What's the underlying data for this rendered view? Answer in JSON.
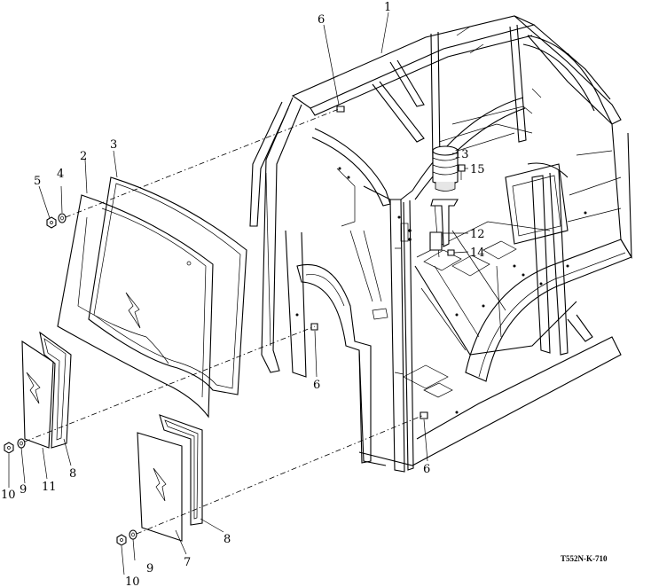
{
  "diagram": {
    "reference": "T552N-K-710",
    "callouts": [
      {
        "id": "c1",
        "text": "1"
      },
      {
        "id": "c2",
        "text": "2"
      },
      {
        "id": "c3",
        "text": "3"
      },
      {
        "id": "c4",
        "text": "4"
      },
      {
        "id": "c5",
        "text": "5"
      },
      {
        "id": "c6a",
        "text": "6"
      },
      {
        "id": "c6b",
        "text": "6"
      },
      {
        "id": "c6c",
        "text": "6"
      },
      {
        "id": "c7",
        "text": "7"
      },
      {
        "id": "c8a",
        "text": "8"
      },
      {
        "id": "c8b",
        "text": "8"
      },
      {
        "id": "c9a",
        "text": "9"
      },
      {
        "id": "c9b",
        "text": "9"
      },
      {
        "id": "c10a",
        "text": "10"
      },
      {
        "id": "c10b",
        "text": "10"
      },
      {
        "id": "c11",
        "text": "11"
      },
      {
        "id": "c12",
        "text": "12"
      },
      {
        "id": "c13",
        "text": "13"
      },
      {
        "id": "c14",
        "text": "14"
      },
      {
        "id": "c15",
        "text": "15"
      }
    ]
  }
}
